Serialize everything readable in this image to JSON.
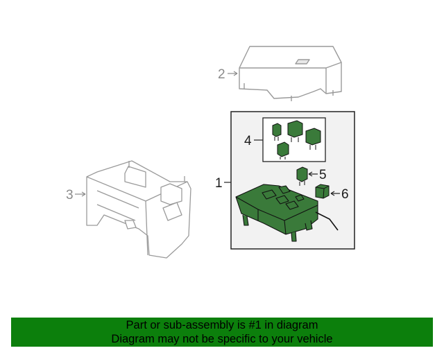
{
  "callouts": {
    "c1": "1",
    "c2": "2",
    "c3": "3",
    "c4": "4",
    "c5": "5",
    "c6": "6"
  },
  "banner": {
    "line1": "Part or sub-assembly is #1 in diagram",
    "line2": "Diagram may not be specific to your vehicle"
  },
  "colors": {
    "highlight_part": "#3a7a3a",
    "banner_bg": "#0c7f0c",
    "box_fill": "#f2f2f2",
    "outline_gray": "#9a9a9a"
  }
}
